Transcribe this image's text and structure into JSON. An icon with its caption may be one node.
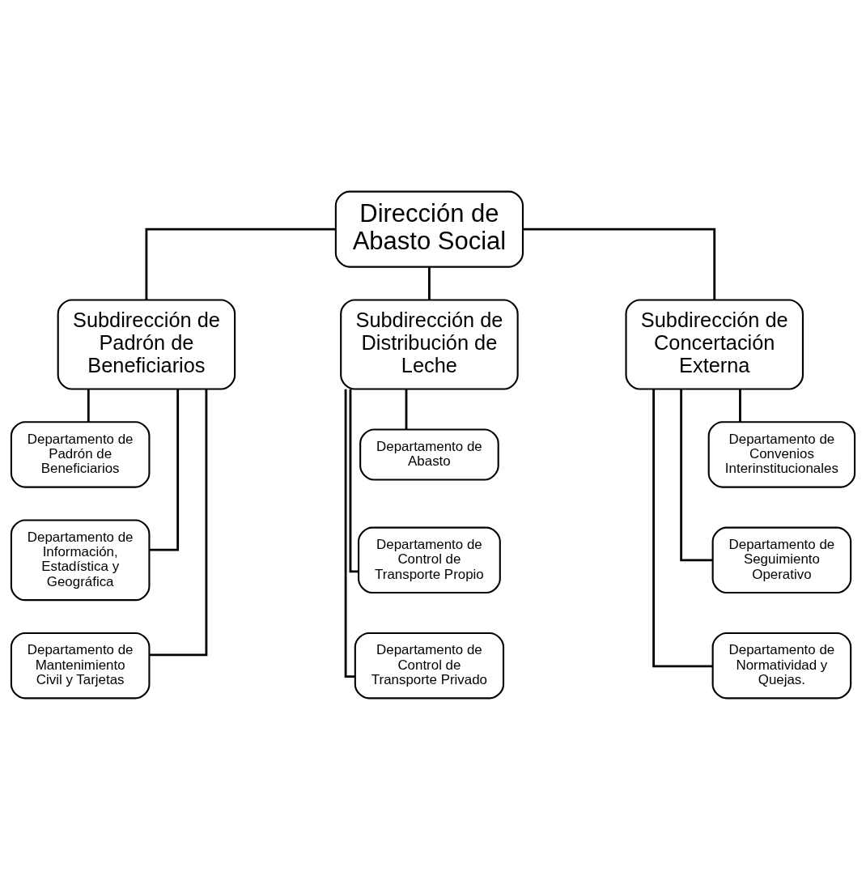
{
  "diagram": {
    "nodes": [
      {
        "text": [
          "Dirección de Abasto Social"
        ]
      },
      {
        "text": [
          "Subdirección de Padrón de Beneficiarios"
        ]
      },
      {
        "text": [
          "Subdirección de Distribución de Leche"
        ]
      },
      {
        "text": [
          "Subdirección de Concertación Externa"
        ]
      },
      {
        "text": [
          "Departamento de Padrón de Beneficiarios"
        ]
      },
      {
        "text": [
          "Departamento de Información, Estadística y Geográfica"
        ]
      },
      {
        "text": [
          "Departamento de Mantenimiento Civil y Tarjetas"
        ]
      },
      {
        "text": [
          "Departamento de Abasto"
        ]
      },
      {
        "text": [
          "Departamento de Control de Transporte Propio"
        ]
      },
      {
        "text": [
          "Departamento de Control de Transporte Privado"
        ]
      },
      {
        "text": [
          "Departamento de Convenios Interinstitucionales"
        ]
      },
      {
        "text": [
          "Departamento de Seguimiento Operativo"
        ]
      },
      {
        "text": [
          "Departamento de Normatividad y Quejas."
        ]
      }
    ],
    "edges": [
      {
        "from": 0,
        "to": 1,
        "arrow": "none"
      },
      {
        "from": 0,
        "to": 2,
        "arrow": "none"
      },
      {
        "from": 0,
        "to": 3,
        "arrow": "none"
      },
      {
        "from": 1,
        "to": 4,
        "arrow": "none"
      },
      {
        "from": 1,
        "to": 5,
        "arrow": "none"
      },
      {
        "from": 1,
        "to": 6,
        "arrow": "none"
      },
      {
        "from": 2,
        "to": 7,
        "arrow": "none"
      },
      {
        "from": 2,
        "to": 8,
        "arrow": "none"
      },
      {
        "from": 2,
        "to": 9,
        "arrow": "none"
      },
      {
        "from": 3,
        "to": 10,
        "arrow": "none"
      },
      {
        "from": 3,
        "to": 11,
        "arrow": "none"
      },
      {
        "from": 3,
        "to": 12,
        "arrow": "none"
      }
    ]
  }
}
